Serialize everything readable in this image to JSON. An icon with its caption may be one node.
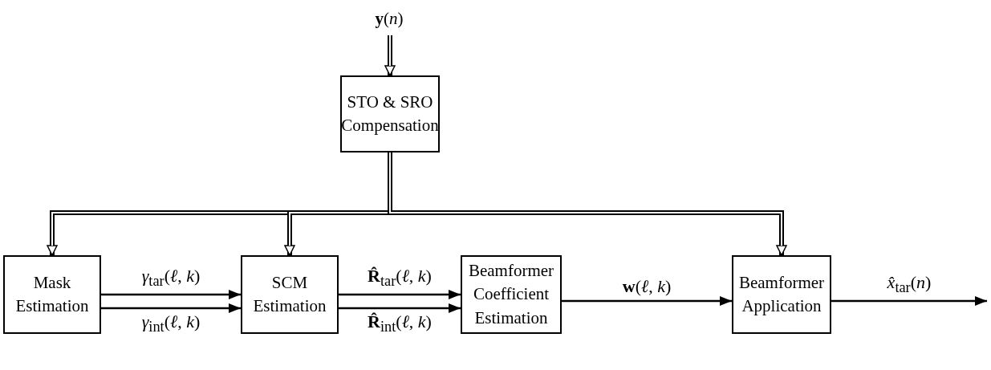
{
  "diagram": {
    "nodes": [
      {
        "text": [
          "**y**(*n*)"
        ]
      },
      {
        "text": [
          "STO & SRO Compensation"
        ]
      },
      {
        "text": [
          "Mask Estimation"
        ]
      },
      {
        "text": [
          "SCM Estimation"
        ]
      },
      {
        "text": [
          "Beamformer Coefficient Estimation"
        ]
      },
      {
        "text": [
          "Beamformer Application"
        ]
      }
    ],
    "edges": [
      {
        "from": 0,
        "to": 1,
        "arrow": "to",
        "style": "thick"
      },
      {
        "from": 1,
        "to": 2,
        "arrow": "to",
        "style": "thick"
      },
      {
        "from": 1,
        "to": 3,
        "arrow": "to",
        "style": "thick"
      },
      {
        "from": 1,
        "to": 5,
        "arrow": "to",
        "style": "thick"
      },
      {
        "from": 2,
        "to": 3,
        "arrow": "to",
        "label": "*γ*$_{tar}$(*ℓ*, *k*)"
      },
      {
        "from": 2,
        "to": 3,
        "arrow": "to",
        "label": "*γ*$_{int}$(*ℓ*, *k*)"
      },
      {
        "from": 3,
        "to": 4,
        "arrow": "to",
        "label": "**R̂**$_{tar}$(*ℓ*, *k*)"
      },
      {
        "from": 3,
        "to": 4,
        "arrow": "to",
        "label": "**R̂**$_{int}$(*ℓ*, *k*)"
      },
      {
        "from": 4,
        "to": 5,
        "arrow": "to",
        "label": "**w**(*ℓ*, *k*)"
      },
      {
        "from": 5,
        "to": null,
        "arrow": "to",
        "label": "*x̂*$_{tar}$(*n*)"
      }
    ]
  }
}
